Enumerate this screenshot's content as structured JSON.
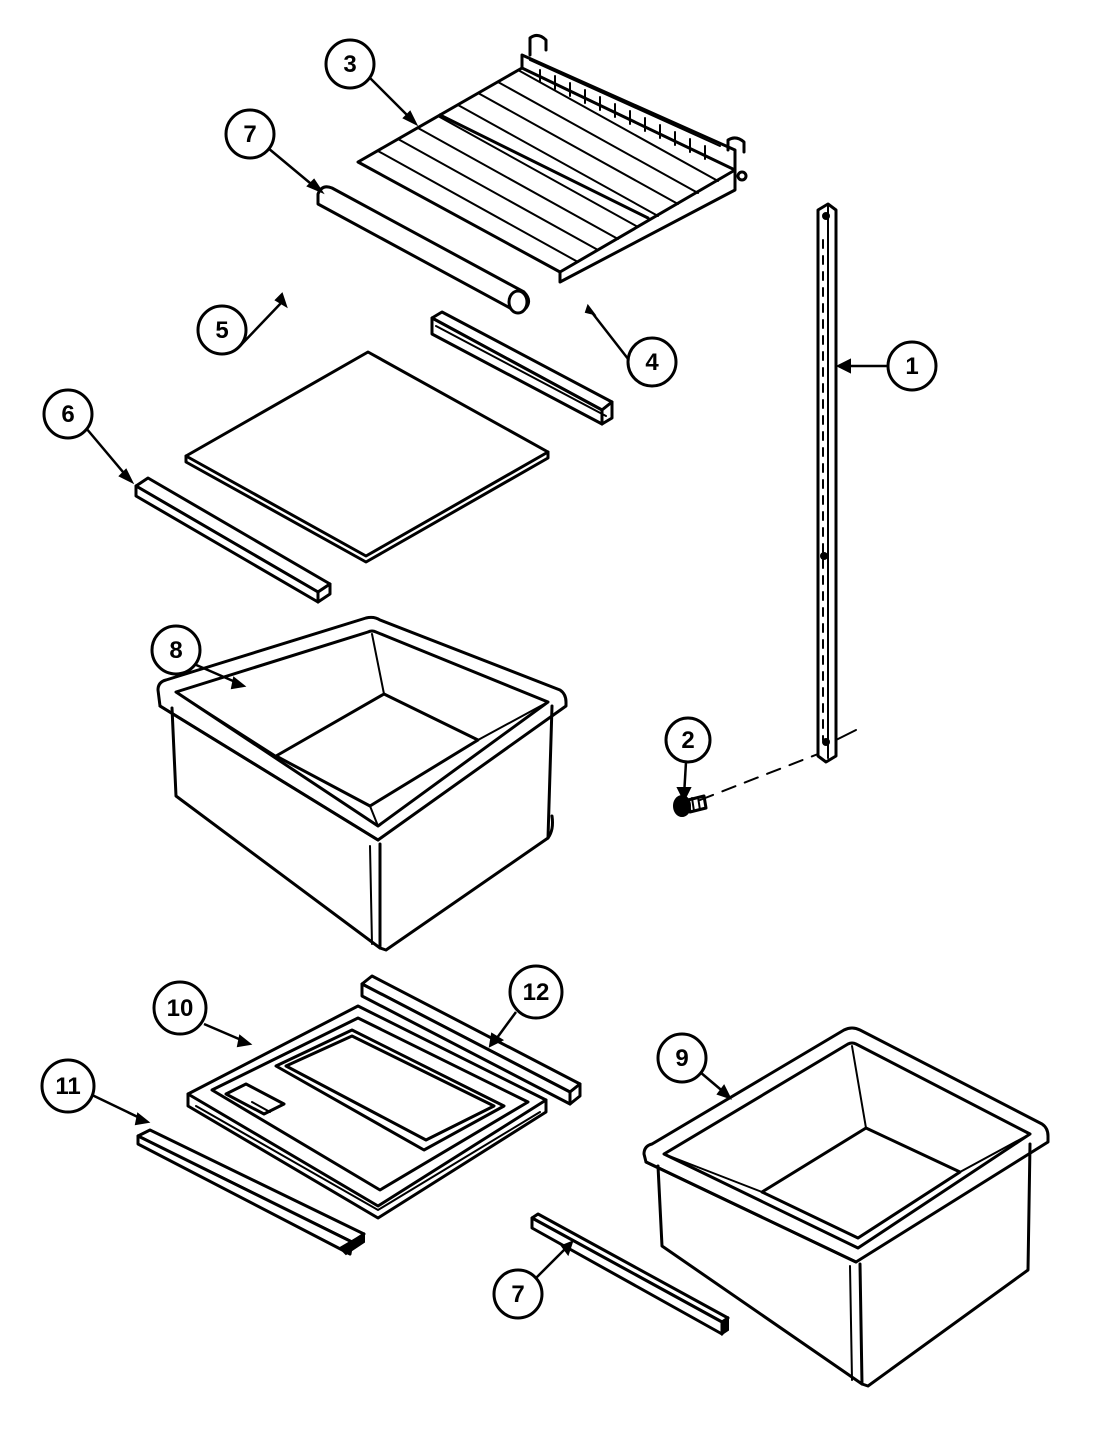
{
  "callouts": [
    {
      "id": "c1",
      "label": "1"
    },
    {
      "id": "c2",
      "label": "2"
    },
    {
      "id": "c3",
      "label": "3"
    },
    {
      "id": "c4",
      "label": "4"
    },
    {
      "id": "c5",
      "label": "5"
    },
    {
      "id": "c6",
      "label": "6"
    },
    {
      "id": "c7a",
      "label": "7"
    },
    {
      "id": "c7b",
      "label": "7"
    },
    {
      "id": "c8",
      "label": "8"
    },
    {
      "id": "c9",
      "label": "9"
    },
    {
      "id": "c10",
      "label": "10"
    },
    {
      "id": "c11",
      "label": "11"
    },
    {
      "id": "c12",
      "label": "12"
    }
  ],
  "colors": {
    "ink": "#000000",
    "paper": "#ffffff"
  }
}
